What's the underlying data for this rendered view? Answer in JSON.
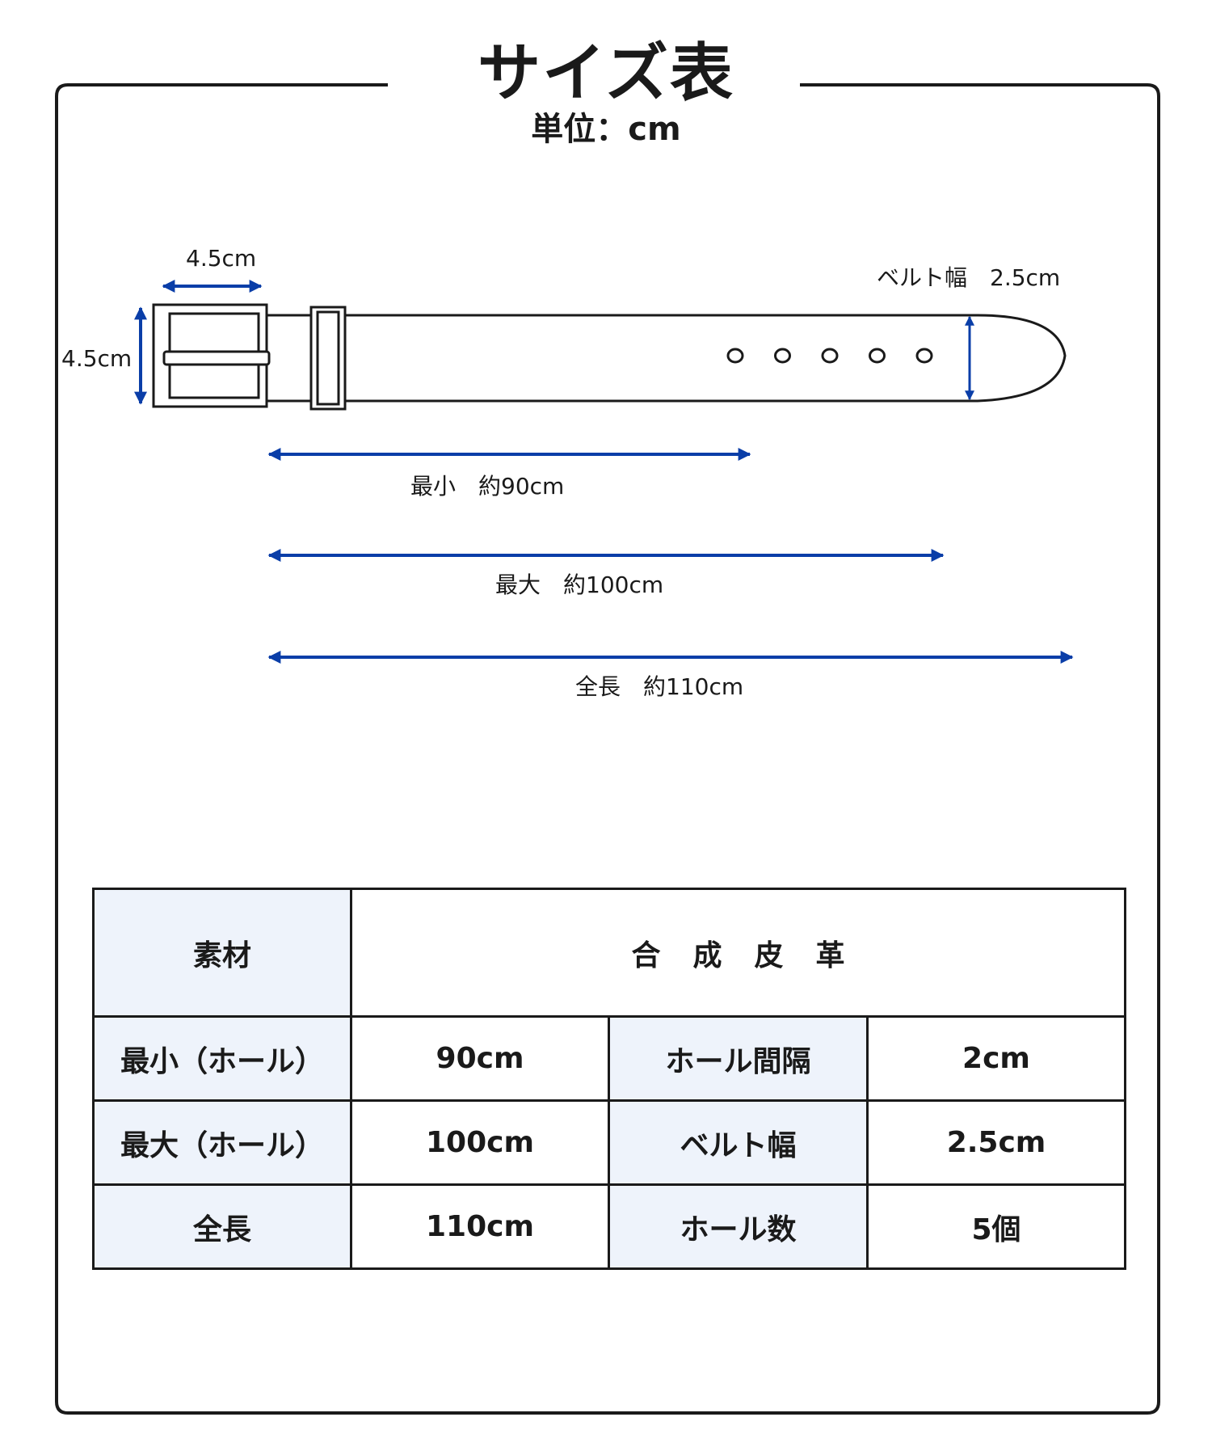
{
  "header": {
    "title": "サイズ表",
    "unit": "単位：cm"
  },
  "diagram": {
    "buckle_width": "4.5cm",
    "buckle_height": "4.5cm",
    "belt_width": "ベルト幅　2.5cm",
    "min_length": "最小　約90cm",
    "max_length": "最大　約100cm",
    "total_length": "全長　約110cm",
    "hole_count": 5,
    "arrow_color": "#0a3ea8"
  },
  "spec_table": {
    "material_label": "素材",
    "material_value": "合成皮革",
    "rows": [
      {
        "label1": "最小（ホール）",
        "value1": "90cm",
        "label2": "ホール間隔",
        "value2": "2cm"
      },
      {
        "label1": "最大（ホール）",
        "value1": "100cm",
        "label2": "ベルト幅",
        "value2": "2.5cm"
      },
      {
        "label1": "全長",
        "value1": "110cm",
        "label2": "ホール数",
        "value2": "5個"
      }
    ]
  }
}
